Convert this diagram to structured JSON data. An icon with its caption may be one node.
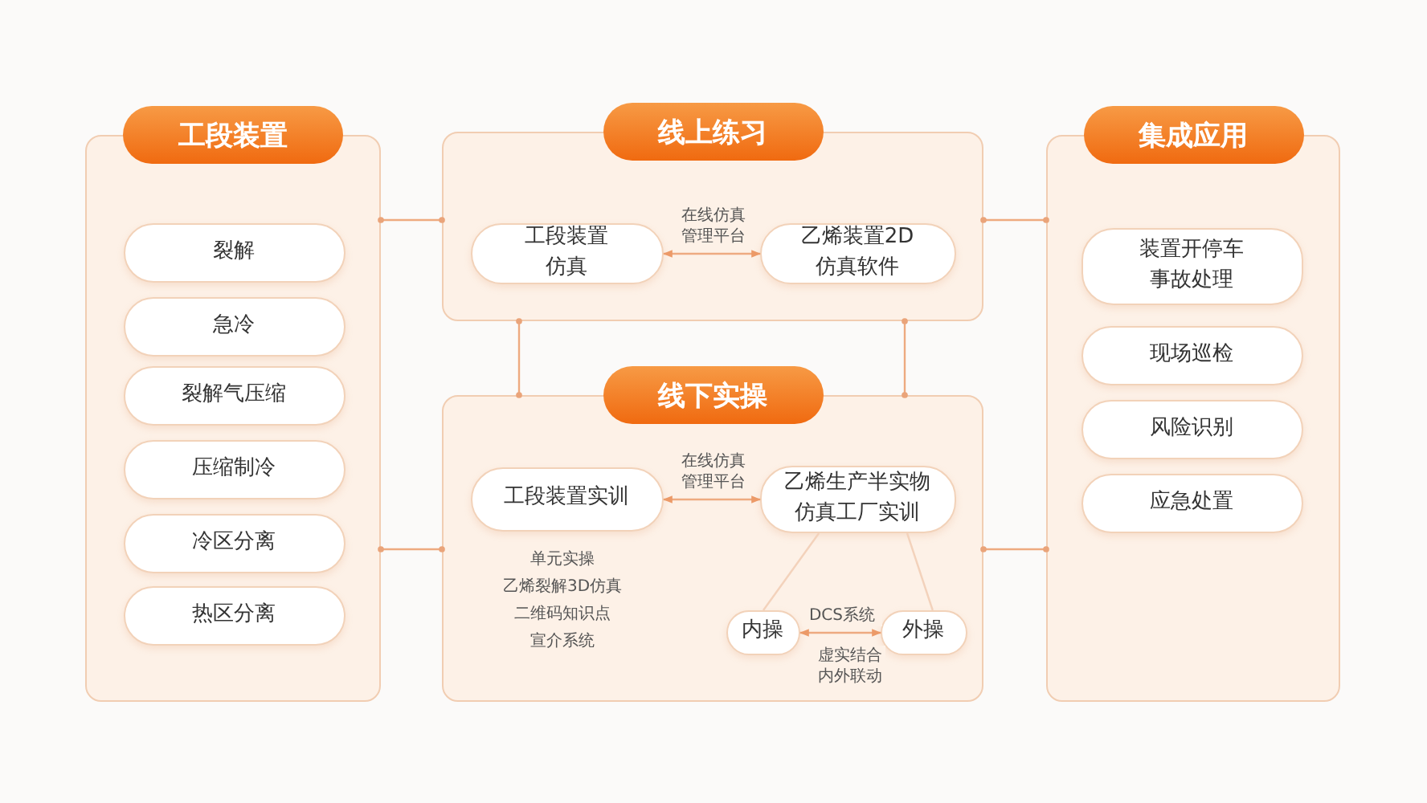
{
  "diagram": {
    "nodes": [
      {
        "text": [
          "工段装置"
        ]
      },
      {
        "text": [
          "裂解"
        ],
        "in": 0
      },
      {
        "text": [
          "急冷"
        ],
        "in": 0
      },
      {
        "text": [
          "裂解气压缩"
        ],
        "in": 0
      },
      {
        "text": [
          "压缩制冷"
        ],
        "in": 0
      },
      {
        "text": [
          "冷区分离"
        ],
        "in": 0
      },
      {
        "text": [
          "热区分离"
        ],
        "in": 0
      },
      {
        "text": [
          "线上练习"
        ]
      },
      {
        "text": [
          "工段装置仿真"
        ],
        "in": 7
      },
      {
        "text": [
          "乙烯装置2D仿真软件"
        ],
        "in": 7
      },
      {
        "text": [
          "线下实操"
        ]
      },
      {
        "text": [
          "工段装置实训"
        ],
        "in": 10
      },
      {
        "text": [
          "乙烯生产半实物仿真工厂实训"
        ],
        "in": 10
      },
      {
        "text": [
          "内操"
        ],
        "in": 10
      },
      {
        "text": [
          "外操"
        ],
        "in": 10
      },
      {
        "text": [
          "集成应用"
        ]
      },
      {
        "text": [
          "装置开停车事故处理"
        ],
        "in": 15
      },
      {
        "text": [
          "现场巡检"
        ],
        "in": 15
      },
      {
        "text": [
          "风险识别"
        ],
        "in": 15
      },
      {
        "text": [
          "应急处置"
        ],
        "in": 15
      }
    ],
    "edges": [
      {
        "from": 0,
        "to": 7,
        "arrow": "other"
      },
      {
        "from": 0,
        "to": 10,
        "arrow": "other"
      },
      {
        "from": 7,
        "to": 10,
        "arrow": "other"
      },
      {
        "from": 7,
        "to": 10,
        "arrow": "other"
      },
      {
        "from": 7,
        "to": 15,
        "arrow": "other"
      },
      {
        "from": 10,
        "to": 15,
        "arrow": "other"
      },
      {
        "from": 8,
        "to": 9,
        "arrow": "both",
        "label": "在线仿真管理平台"
      },
      {
        "from": 11,
        "to": 12,
        "arrow": "both",
        "label": "在线仿真管理平台"
      },
      {
        "from": 12,
        "to": 13,
        "arrow": "none"
      },
      {
        "from": 12,
        "to": 14,
        "arrow": "none"
      },
      {
        "from": 14,
        "to": 13,
        "arrow": "both",
        "label": "DCS系统"
      }
    ],
    "labels": [
      "单元实操",
      "乙烯裂解3D仿真",
      "二维码知识点",
      "宣介系统",
      "虚实结合内外联动"
    ]
  }
}
